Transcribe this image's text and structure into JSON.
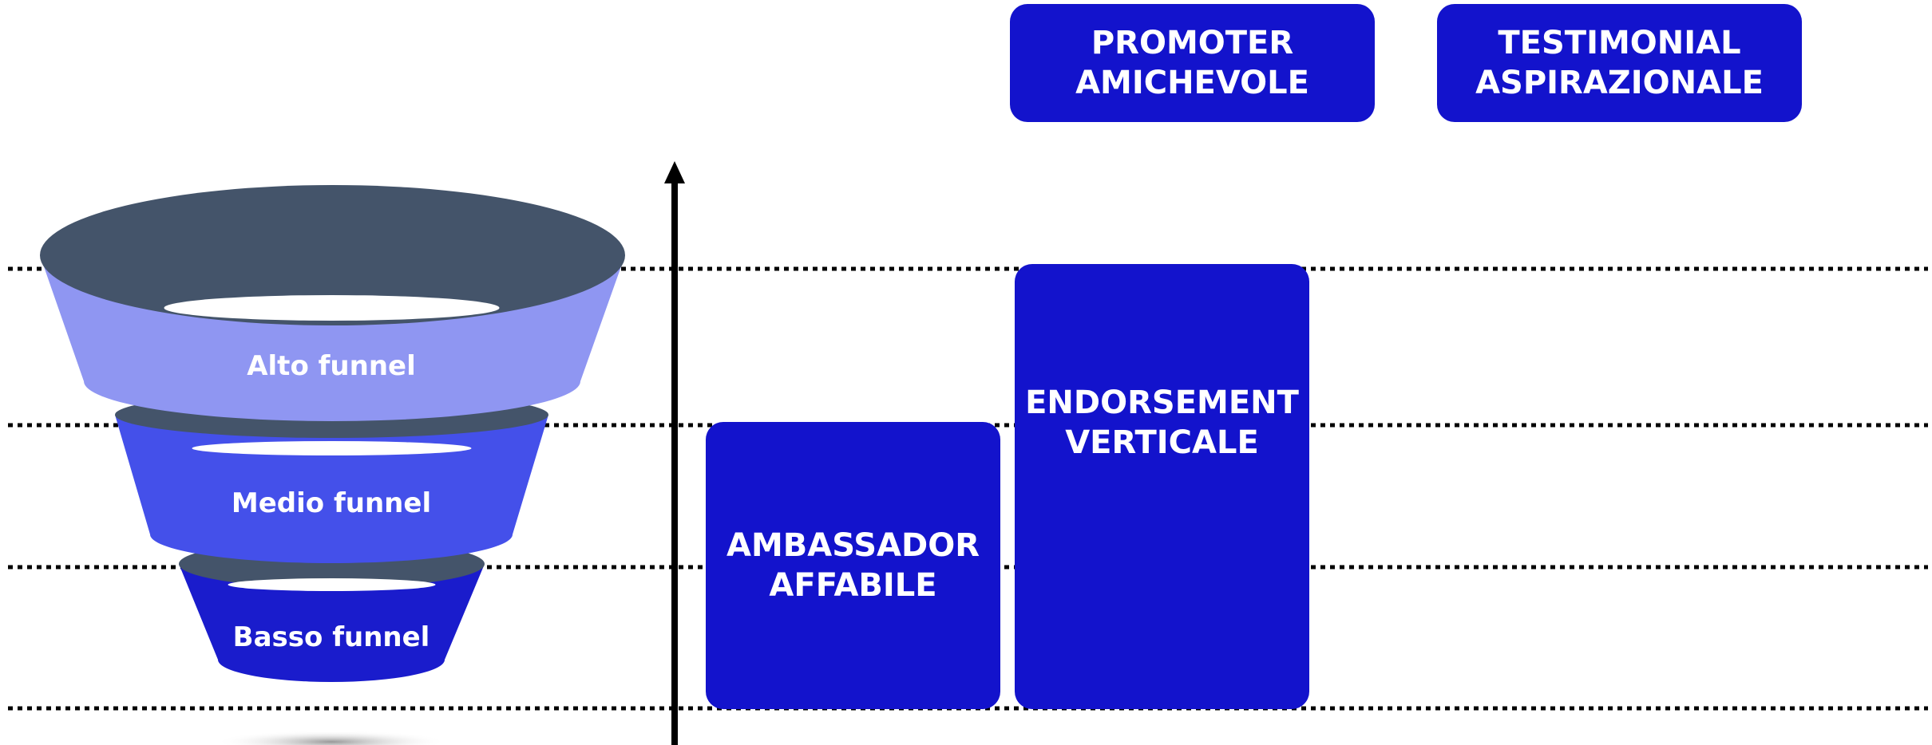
{
  "colors": {
    "funnel_rim": "#44546a",
    "funnel_top": "#8f96f2",
    "funnel_mid": "#4450ea",
    "funnel_bottom": "#1a1ccc",
    "box_fill": "#1313cc",
    "axis": "#000000",
    "text": "#ffffff"
  },
  "funnel": {
    "levels": [
      {
        "label": "Alto funnel"
      },
      {
        "label": "Medio funnel"
      },
      {
        "label": "Basso funnel"
      }
    ]
  },
  "boxes": {
    "promoter": {
      "line1": "PROMOTER",
      "line2": "AMICHEVOLE"
    },
    "testimonial": {
      "line1": "TESTIMONIAL",
      "line2": "ASPIRAZIONALE"
    },
    "ambassador": {
      "line1": "AMBASSADOR",
      "line2": "AFFABILE"
    },
    "endorsement": {
      "line1": "ENDORSEMENT",
      "line2": "VERTICALE"
    }
  }
}
